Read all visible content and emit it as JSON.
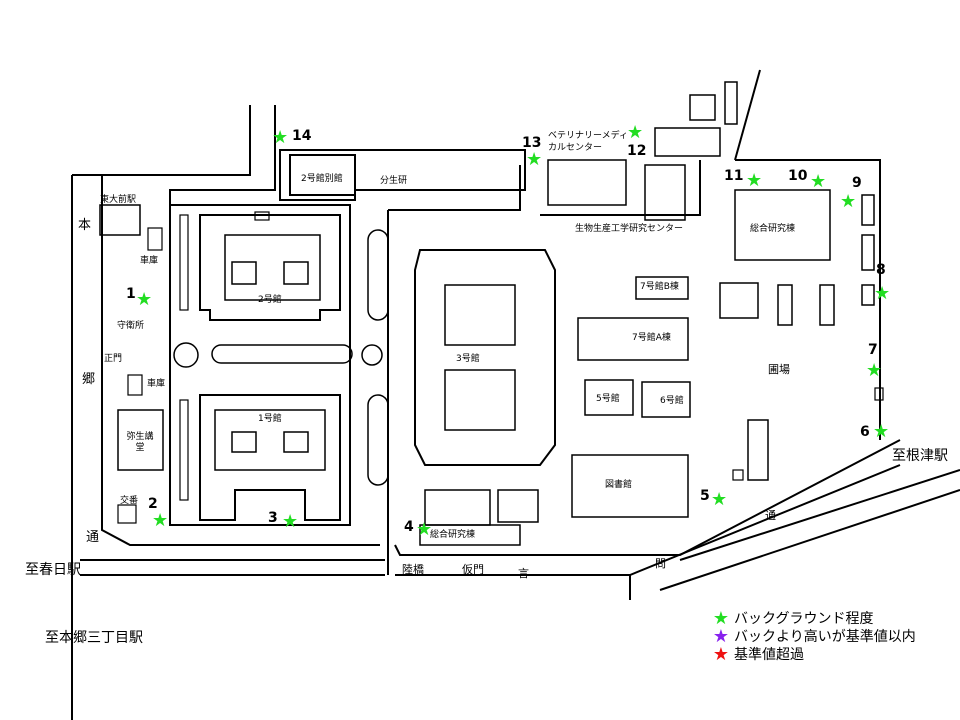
{
  "buildings": {
    "no2_annex": "2号館別館",
    "bunseiken": "分生研",
    "todai_mae_eki": "東大前駅",
    "garage_top": "車庫",
    "guard_post": "守衛所",
    "main_gate": "正門",
    "garage_bottom": "車庫",
    "yayoi_hall": "弥生講堂",
    "koban": "交番",
    "no2": "2号館",
    "no1": "1号館",
    "no3": "3号館",
    "veterinary": "ベテリナリーメディカルセンター",
    "bioproduction": "生物生産工学研究センター",
    "sogo_kenkyu_right": "総合研究棟",
    "no7b": "7号館B棟",
    "no7a": "7号館A棟",
    "no5": "5号館",
    "no6": "6号館",
    "farm": "圃場",
    "library": "図書館",
    "sogo_kenkyu_bottom": "総合研究棟"
  },
  "roads": {
    "hongo_dori_1": "本",
    "hongo_dori_2": "郷",
    "hongo_dori_3": "通",
    "to_kasuga": "至春日駅",
    "to_hongo_sanchome": "至本郷三丁目駅",
    "to_nezu": "至根津駅",
    "gate_area": [
      "陸橋",
      "仮門",
      "言"
    ],
    "kototoi_1": "問",
    "kototoi_2": "通"
  },
  "points": [
    "1",
    "2",
    "3",
    "4",
    "5",
    "6",
    "7",
    "8",
    "9",
    "10",
    "11",
    "12",
    "13",
    "14"
  ],
  "legend": [
    {
      "label": "バックグラウンド程度",
      "color": "#22dd22"
    },
    {
      "label": "バックより高いが基準値以内",
      "color": "#8822ee"
    },
    {
      "label": "基準値超過",
      "color": "#ee1111"
    }
  ]
}
